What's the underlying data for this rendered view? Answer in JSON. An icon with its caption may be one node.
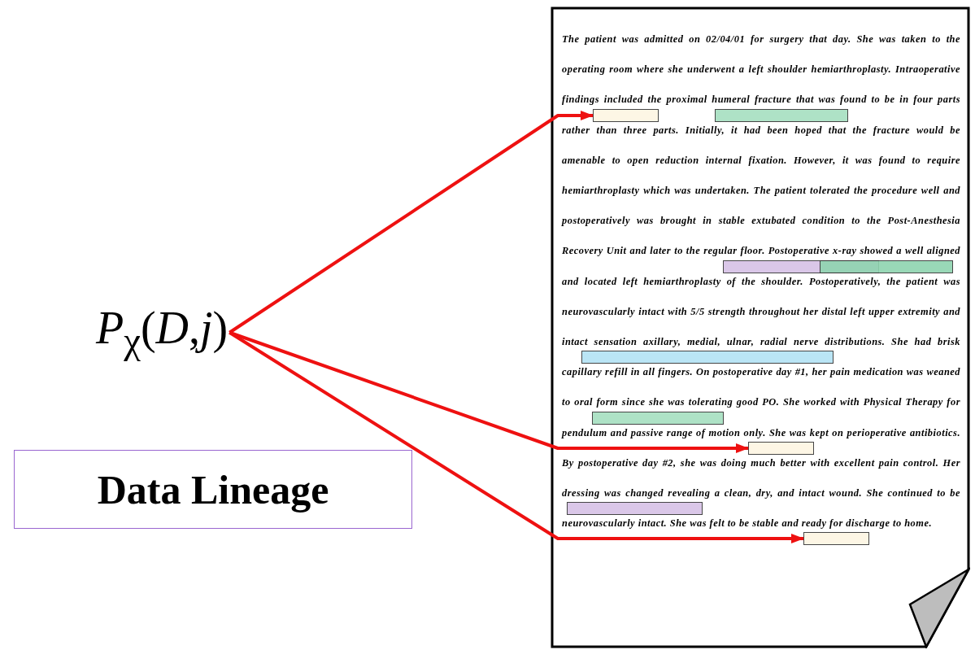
{
  "diagram": {
    "nodes": [
      {
        "text": [
          "*P*$_{χ}$(*D*,*j*)"
        ]
      },
      {
        "text": [
          "Data Lineage"
        ]
      },
      {
        "text": [
          "The patient was admitted on 02/04/01 for surgery that day. She was taken to the operating room where she underwent a left shoulder hemiarthroplasty. Intraoperative findings included the proximal humeral fracture that was found to be in four parts rather than three parts. Initially, it had been hoped that the fracture would be amenable to open reduction internal fixation. However, it was found to require hemiarthroplasty which was undertaken. The patient tolerated the procedure well and postoperatively was brought in stable extubated condition to the Post-Anesthesia Recovery Unit and later to the regular floor. Postoperative x-ray showed a well aligned and located left hemiarthroplasty of the shoulder. Postoperatively, the patient was neurovascularly intact with 5/5 strength throughout her distal left upper extremity and intact sensation axillary, medial, ulnar, radial nerve distributions. She had brisk capillary refill in all fingers. On postoperative day #1, her pain medication was weaned to oral form since she was tolerating good PO. She worked with Physical Therapy for pendulum and passive range of motion only. She was kept on perioperative antibiotics. By postoperative day #2, she was doing much better with excellent pain control. Her dressing was changed revealing a clean, dry, and intact wound. She continued to be neurovascularly intact. She was felt to be stable and ready for discharge to home."
        ]
      },
      {
        "text": [],
        "shape": "box",
        "in": 2
      },
      {
        "text": [],
        "shape": "box",
        "in": 2
      },
      {
        "text": [],
        "shape": "box",
        "in": 2
      },
      {
        "text": [],
        "shape": "box",
        "in": 2
      },
      {
        "text": [],
        "shape": "box",
        "in": 2
      },
      {
        "text": [],
        "shape": "box",
        "in": 2
      },
      {
        "text": [],
        "shape": "box",
        "in": 2
      },
      {
        "text": [],
        "shape": "box",
        "in": 2
      },
      {
        "text": [],
        "shape": "box",
        "in": 2
      }
    ],
    "edges": [
      {
        "from": 0,
        "to": 3,
        "arrow": "to"
      },
      {
        "from": 0,
        "to": 9,
        "arrow": "to"
      },
      {
        "from": 0,
        "to": 11,
        "arrow": "to"
      }
    ]
  }
}
